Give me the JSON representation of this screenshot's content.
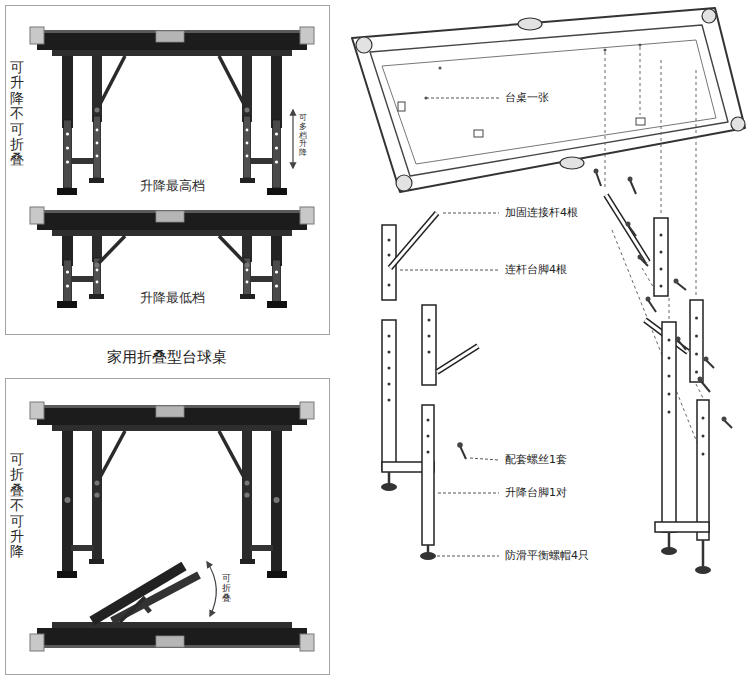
{
  "diagram": {
    "title": "家用折叠型台球桌",
    "nodes": [
      {
        "text": [
          "可升降不可折叠",
          "升降最高档",
          "可多档升降",
          "升降最低档"
        ]
      },
      {
        "text": [
          "可折叠不可升降",
          "可折叠"
        ]
      }
    ],
    "labels": [
      "台桌一张",
      "加固连接杆4根",
      "连杆台脚4根",
      "配套螺丝1套",
      "升降台脚1对",
      "防滑平衡螺帽4只"
    ]
  }
}
